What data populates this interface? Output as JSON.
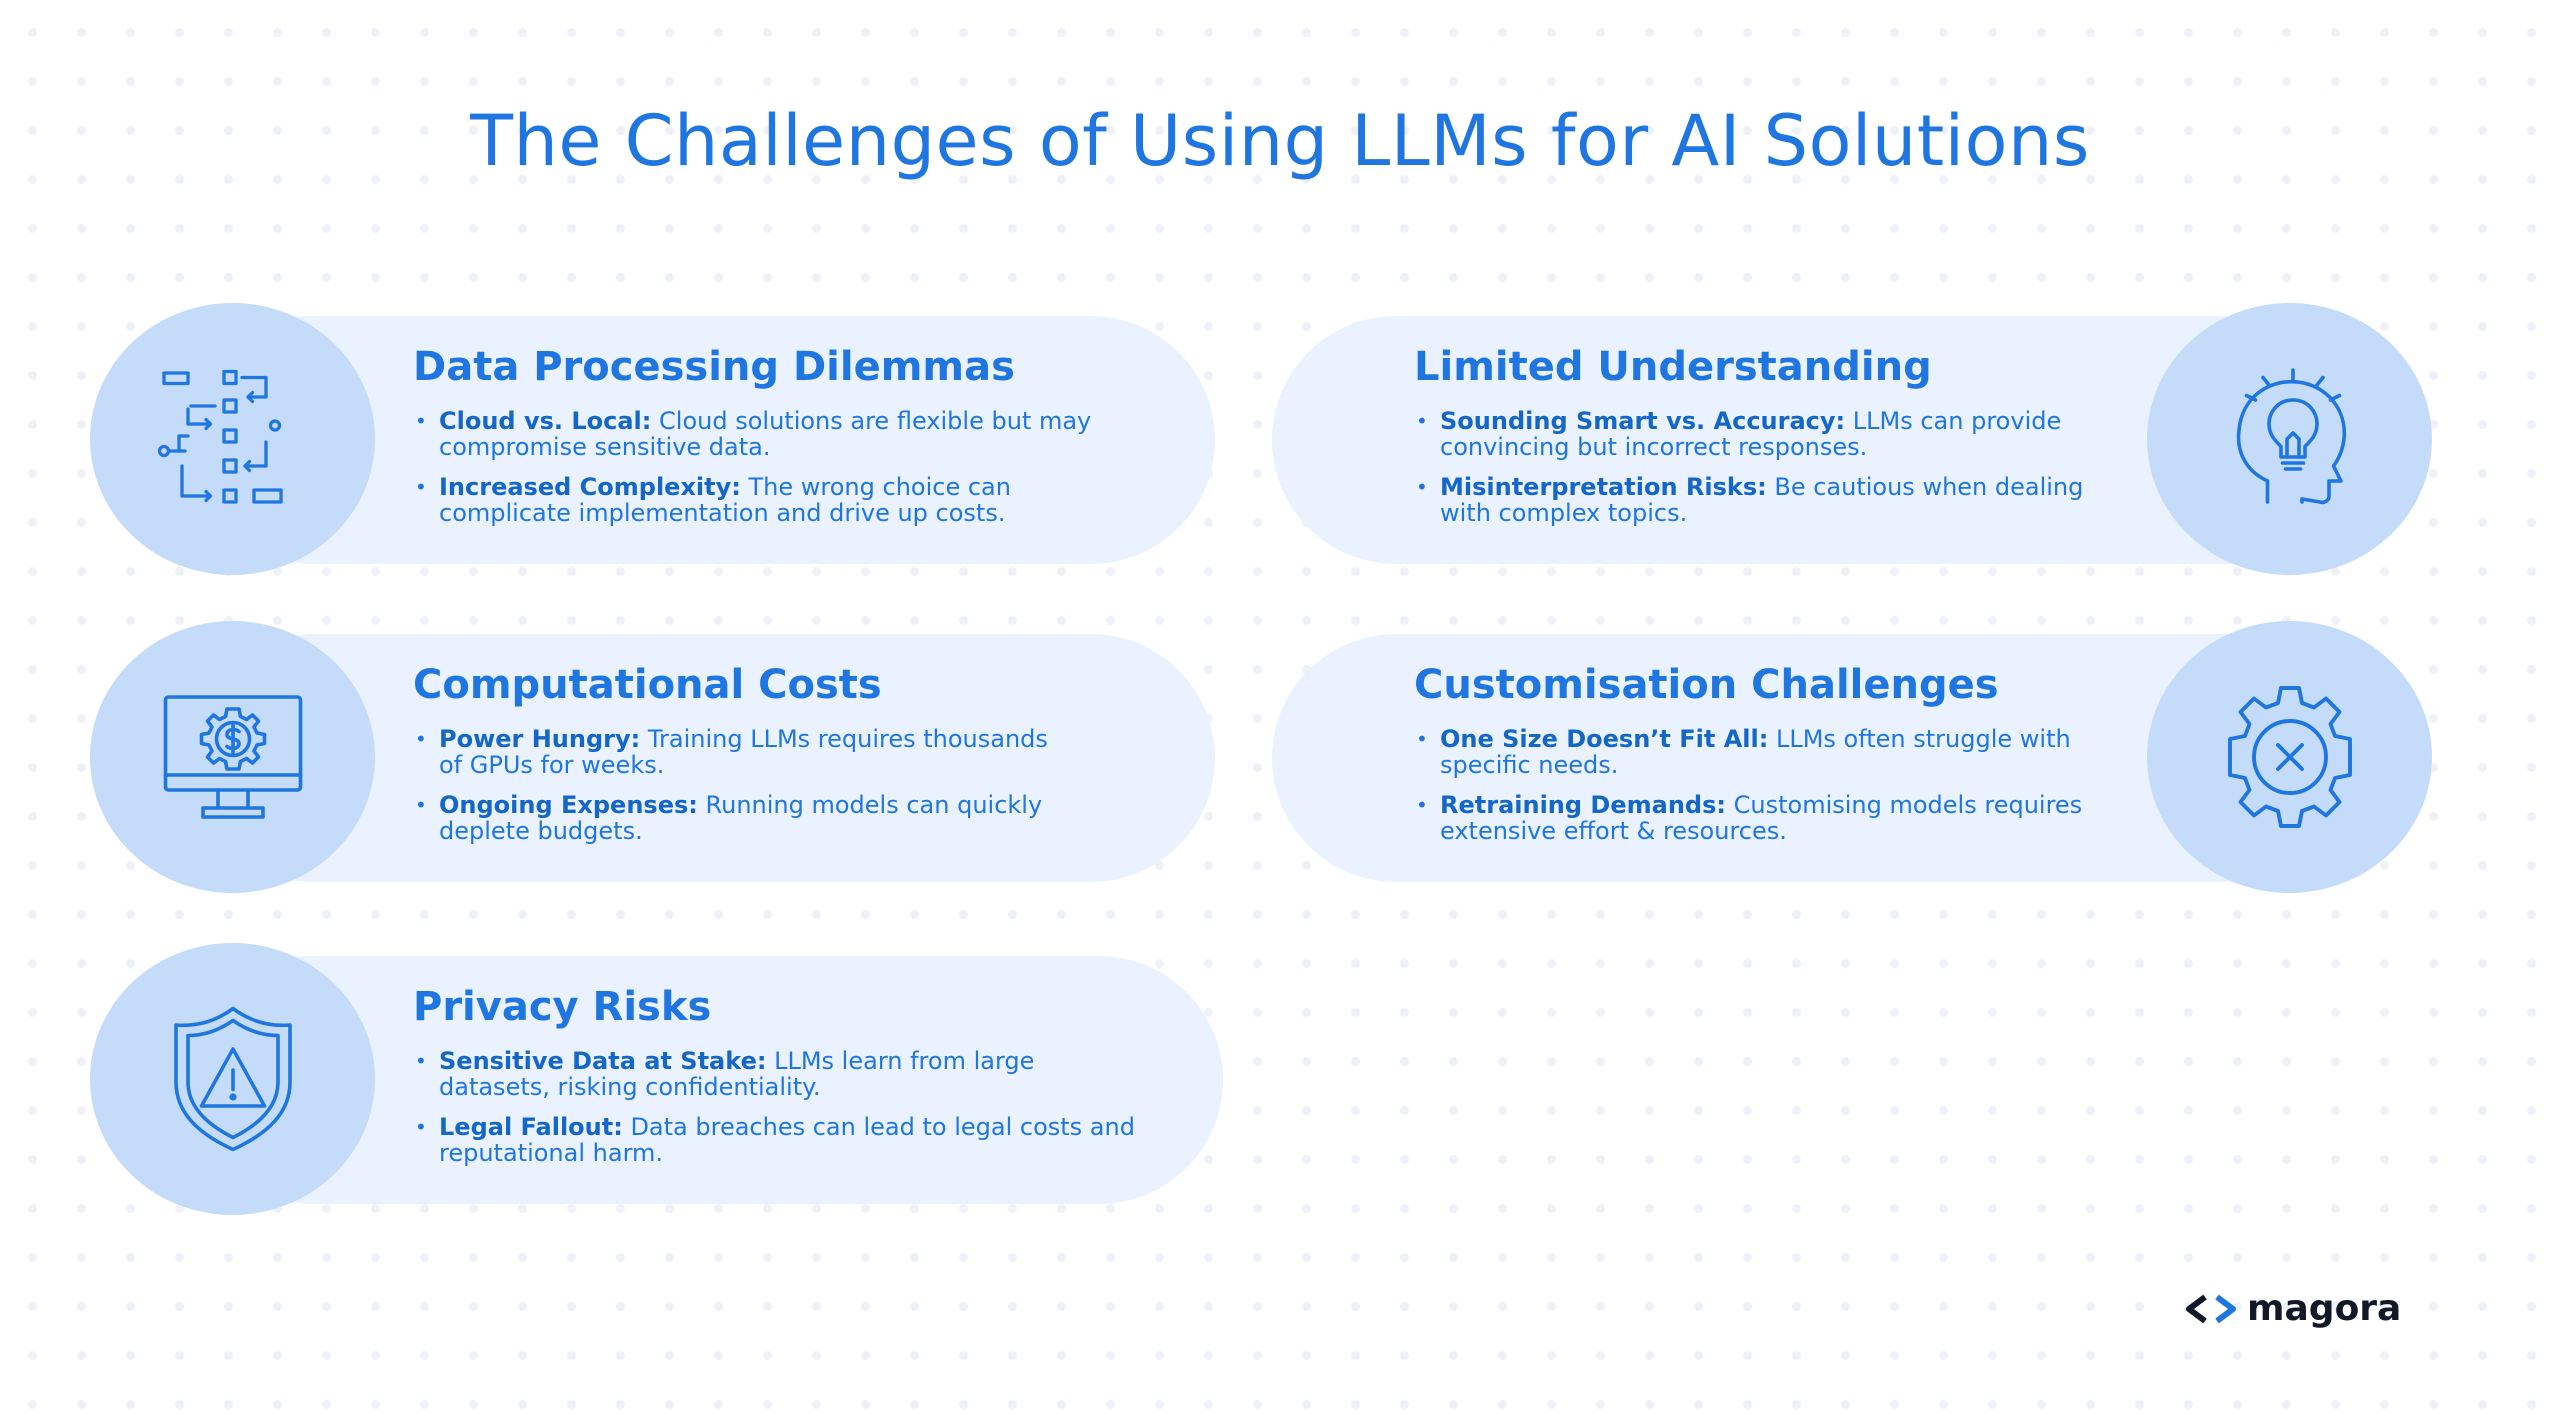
{
  "title": "The Challenges of Using LLMs for AI Solutions",
  "colors": {
    "accent": "#1f76e0",
    "card_bg": "#e9f2fe",
    "icon_bg": "#c4dcfa"
  },
  "cards": [
    {
      "title": "Data Processing Dilemmas",
      "icon": "flowchart-icon",
      "bullets": [
        {
          "label": "Cloud vs. Local:",
          "text": "Cloud solutions are flexible but may compromise sensitive data."
        },
        {
          "label": "Increased Complexity:",
          "text": "The wrong choice can complicate implementation and drive up costs."
        }
      ]
    },
    {
      "title": "Limited Understanding",
      "icon": "head-lightbulb-icon",
      "bullets": [
        {
          "label": "Sounding Smart vs. Accuracy:",
          "text": "LLMs can provide convincing but incorrect responses."
        },
        {
          "label": "Misinterpretation Risks:",
          "text": "Be cautious when dealing with complex topics."
        }
      ]
    },
    {
      "title": "Computational Costs",
      "icon": "monitor-dollar-gear-icon",
      "bullets": [
        {
          "label": "Power Hungry:",
          "text": "Training LLMs requires thousands of GPUs for weeks."
        },
        {
          "label": "Ongoing Expenses:",
          "text": "Running models can quickly deplete budgets."
        }
      ]
    },
    {
      "title": "Customisation Challenges",
      "icon": "gear-x-icon",
      "bullets": [
        {
          "label": "One Size Doesn’t Fit All:",
          "text": "LLMs often struggle with specific needs."
        },
        {
          "label": "Retraining Demands:",
          "text": "Customising models requires extensive effort & resources."
        }
      ]
    },
    {
      "title": "Privacy Risks",
      "icon": "shield-warning-icon",
      "bullets": [
        {
          "label": "Sensitive Data at Stake:",
          "text": "LLMs learn from large datasets, risking confidentiality."
        },
        {
          "label": "Legal Fallout:",
          "text": "Data breaches can lead to legal costs and reputational harm."
        }
      ]
    }
  ],
  "brand": {
    "name": "magora",
    "icon": "code-brackets-icon"
  }
}
